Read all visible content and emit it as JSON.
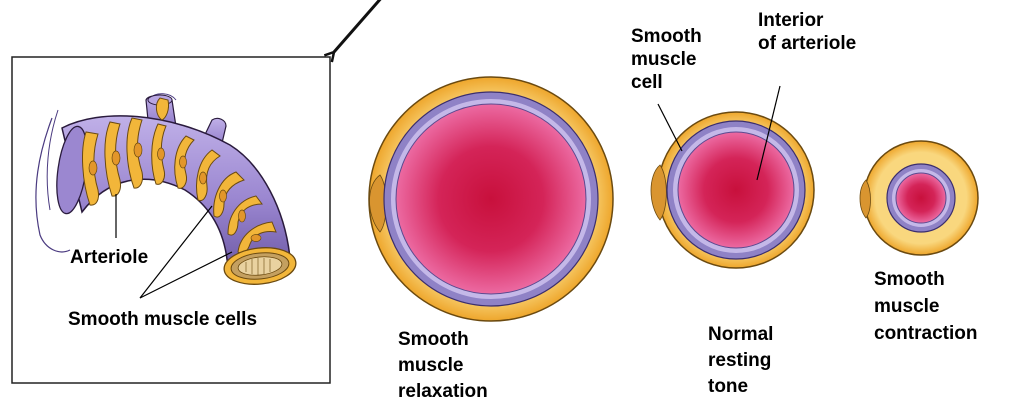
{
  "labels": {
    "arteriole": "Arteriole",
    "smooth_muscle_cells": "Smooth muscle cells",
    "smooth_muscle_cell": "Smooth\nmuscle\ncell",
    "interior_of_arteriole": "Interior\nof arteriole",
    "relaxation": "Smooth\nmuscle\nrelaxation",
    "normal": "Normal\nresting\ntone",
    "contraction": "Smooth\nmuscle\ncontraction"
  },
  "colors": {
    "lumen_center": "#c8103c",
    "lumen_edge": "#ec6aa2",
    "vessel_lining": "#8f82c6",
    "muscle_outer": "#f2b63a",
    "muscle_light": "#f9d77e",
    "arteriole_body": "#a792d6",
    "outline": "#2a1b3d"
  }
}
